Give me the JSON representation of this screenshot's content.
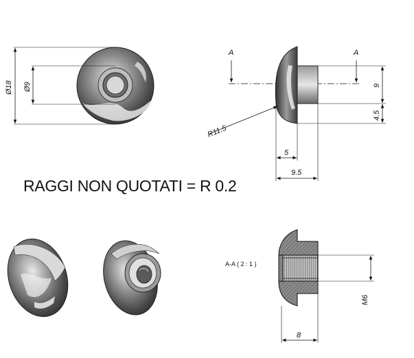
{
  "note": {
    "text": "RAGGI NON QUOTATI = R 0.2"
  },
  "front_view": {
    "outer_diameter": "Ø18",
    "inner_diameter": "Ø9"
  },
  "side_view": {
    "section_mark_left": "A",
    "section_mark_right": "A",
    "radius": "R11.5",
    "height_9": "9",
    "height_4_5": "4.5",
    "width_5": "5",
    "width_9_5": "9.5"
  },
  "section_view": {
    "title": "A-A ( 2 : 1 )",
    "thread": "M6",
    "length": "8"
  },
  "colors": {
    "line": "#111111",
    "metal_dark": "#3a3a3a",
    "metal_light": "#d9d9d9",
    "hatch_fill": "#8a8a8a"
  }
}
